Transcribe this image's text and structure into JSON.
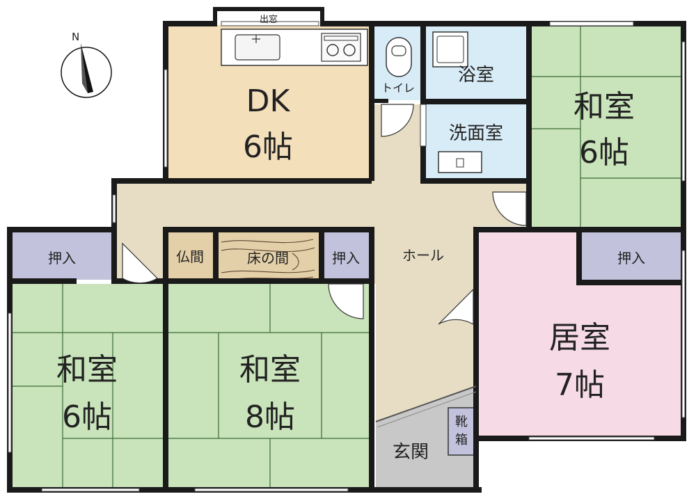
{
  "compass": {
    "north_label": "N"
  },
  "colors": {
    "dk": "#f4dfbb",
    "hall": "#e6ddc4",
    "tatami": "#c9e3bb",
    "water": "#d8ecf7",
    "living": "#f6dbe6",
    "storage": "#c3c2dd",
    "entrance": "#c8c8c8",
    "wall": "#1a1a1a"
  },
  "rooms": {
    "dk": {
      "name": "DK",
      "size": "6帖"
    },
    "toilet": {
      "name": "トイレ"
    },
    "bath": {
      "name": "浴室"
    },
    "washroom": {
      "name": "洗面室"
    },
    "washitsu_ne": {
      "name": "和室",
      "size": "6帖"
    },
    "hall": {
      "name": "ホール"
    },
    "butsuma": {
      "name": "仏間"
    },
    "tokonoma": {
      "name": "床の間"
    },
    "oshiire_mid": {
      "name": "押入"
    },
    "oshiire_left": {
      "name": "押入"
    },
    "oshiire_right": {
      "name": "押入"
    },
    "washitsu_sw": {
      "name": "和室",
      "size": "6帖"
    },
    "washitsu_mid": {
      "name": "和室",
      "size": "8帖"
    },
    "living": {
      "name": "居室",
      "size": "7帖"
    },
    "entrance": {
      "name": "玄関"
    },
    "shoebox": {
      "name": "靴箱"
    },
    "demado": {
      "name": "出窓"
    }
  }
}
